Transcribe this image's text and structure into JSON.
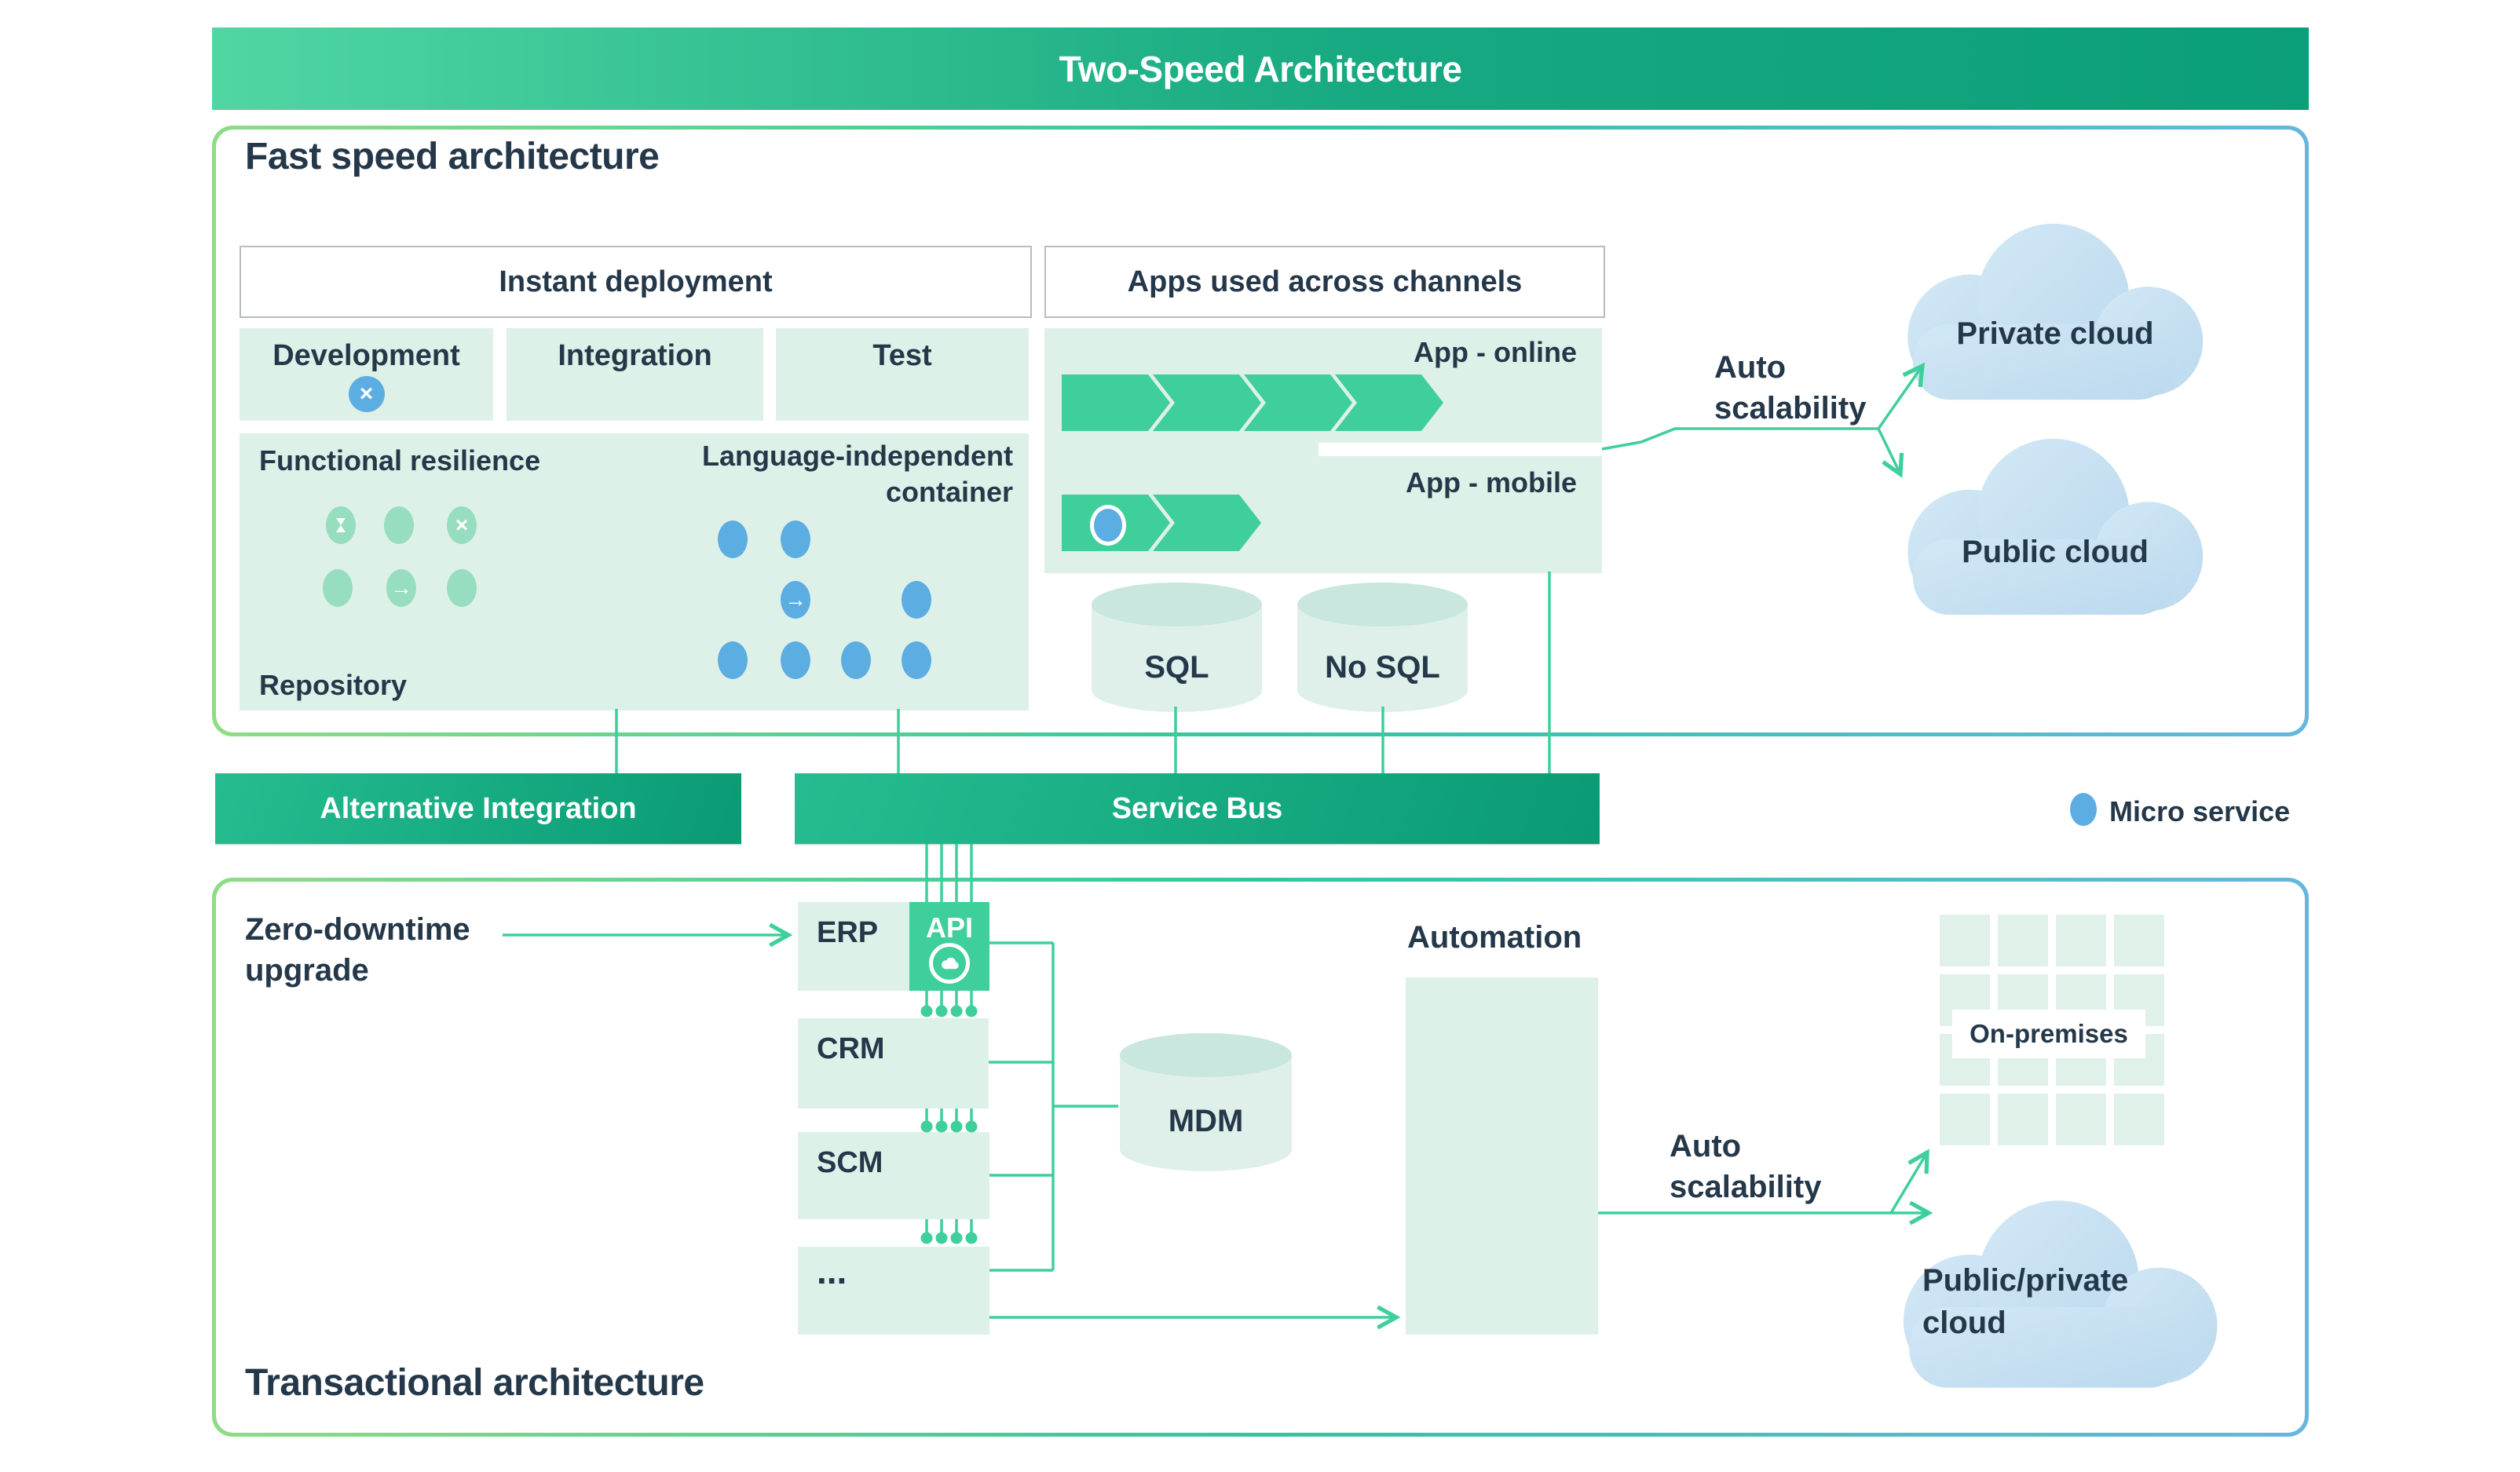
{
  "title": "Two-Speed Architecture",
  "fast": {
    "heading": "Fast speed architecture",
    "instant_deployment": "Instant deployment",
    "apps_channels": "Apps used across channels",
    "environments": [
      "Development",
      "Integration",
      "Test"
    ],
    "functional_resilience": "Functional resilience",
    "language_container": "Language-independent container",
    "repository": "Repository",
    "app_online": "App - online",
    "app_mobile": "App - mobile",
    "sql": "SQL",
    "nosql": "No SQL",
    "auto_scalability": "Auto scalability",
    "private_cloud": "Private cloud",
    "public_cloud": "Public cloud"
  },
  "bus": {
    "alternative_integration": "Alternative Integration",
    "service_bus": "Service Bus"
  },
  "legend": {
    "micro_service": "Micro service"
  },
  "transactional": {
    "heading": "Transactional architecture",
    "zero_downtime": "Zero-downtime upgrade",
    "systems": [
      "ERP",
      "CRM",
      "SCM",
      "..."
    ],
    "api": "API",
    "mdm": "MDM",
    "automation": "Automation",
    "auto_scalability": "Auto scalability",
    "on_premises": "On-premises",
    "public_private_cloud": "Public/private cloud"
  },
  "icons": {
    "development_badge": "x-circle-icon",
    "resilience_glyphs": [
      "hourglass-icon",
      "dot",
      "x-icon",
      "dot",
      "arrow-right-icon",
      "dot"
    ],
    "container_glyphs": [
      "dot",
      "dot",
      "arrow-right-icon",
      "dot",
      "dot",
      "dot",
      "dot",
      "dot"
    ],
    "api_icon": "cloud-circle-icon",
    "micro_service_icon": "blue-dot"
  },
  "colors": {
    "accent_green": "#3ecf9b",
    "bar_green_start": "#50d6a3",
    "bar_green_end": "#0b9f79",
    "panel_green": "#def1e8",
    "pale_icon_green": "#97ddc0",
    "micro_service_blue": "#5cade2",
    "cloud_blue": "#c7e1f1",
    "navy_text": "#24384a",
    "frame_gradient": [
      "#8edc86",
      "#35c49f",
      "#66b6de"
    ]
  }
}
